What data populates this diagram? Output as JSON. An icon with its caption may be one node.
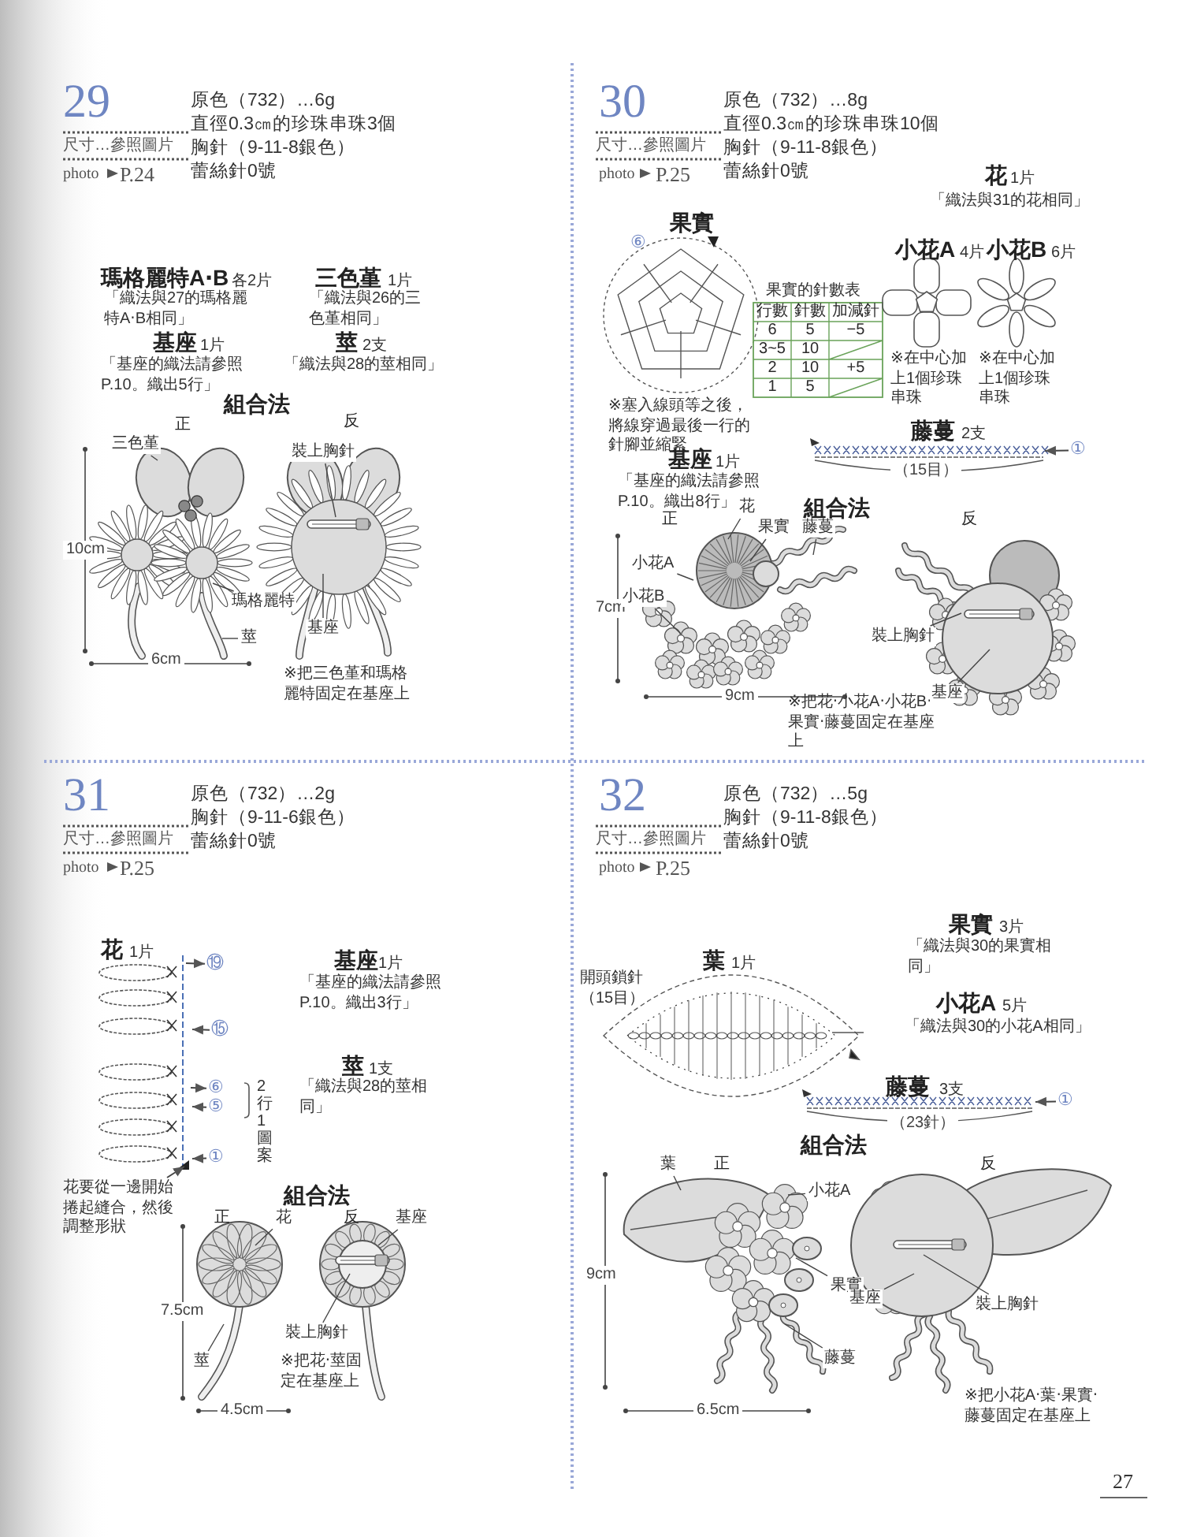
{
  "diagram": {
    "nodes": [
      {
        "text": [
          "三色堇"
        ]
      },
      {
        "text": [
          "瑪格麗特"
        ]
      },
      {
        "text": [
          "莖"
        ]
      },
      {
        "text": [
          "裝上胸針"
        ]
      },
      {
        "text": [
          "基座"
        ]
      },
      {
        "text": [
          "花"
        ]
      },
      {
        "text": [
          "果實"
        ]
      },
      {
        "text": [
          "藤蔓"
        ]
      },
      {
        "text": [
          "小花A"
        ]
      },
      {
        "text": [
          "小花B"
        ]
      },
      {
        "text": [
          "裝上胸針"
        ]
      },
      {
        "text": [
          "基座"
        ]
      },
      {
        "text": [
          "①"
        ]
      },
      {
        "text": [
          "⑲"
        ]
      },
      {
        "text": [
          "⑮"
        ]
      },
      {
        "text": [
          "⑥"
        ]
      },
      {
        "text": [
          "⑤"
        ]
      },
      {
        "text": [
          "①"
        ]
      },
      {
        "text": [
          "花要從一邊開始捲起縫合，然後調整形狀"
        ]
      },
      {
        "text": [
          "花"
        ]
      },
      {
        "text": [
          "基座"
        ]
      },
      {
        "text": [
          "裝上胸針"
        ]
      },
      {
        "text": [
          "莖"
        ]
      },
      {
        "text": [
          "葉"
        ]
      },
      {
        "text": [
          "小花A"
        ]
      },
      {
        "text": [
          "果實"
        ]
      },
      {
        "text": [
          "藤蔓"
        ]
      },
      {
        "text": [
          "基座"
        ]
      },
      {
        "text": [
          "裝上胸針"
        ]
      },
      {
        "text": [
          "①"
        ]
      },
      {
        "text": [],
        "shape": "picture"
      },
      {
        "text": [],
        "shape": "picture"
      },
      {
        "text": [],
        "shape": "picture"
      }
    ],
    "edges": [
      {
        "from": 0,
        "to": null,
        "arrow": "none"
      },
      {
        "from": 1,
        "to": null,
        "arrow": "none"
      },
      {
        "from": 2,
        "to": null,
        "arrow": "none"
      },
      {
        "from": 3,
        "to": null,
        "arrow": "none"
      },
      {
        "from": 4,
        "to": null,
        "arrow": "none"
      },
      {
        "from": 5,
        "to": null,
        "arrow": "none"
      },
      {
        "from": 6,
        "to": null,
        "arrow": "none"
      },
      {
        "from": 7,
        "to": null,
        "arrow": "none"
      },
      {
        "from": 8,
        "to": null,
        "arrow": "none"
      },
      {
        "from": 9,
        "to": null,
        "arrow": "none"
      },
      {
        "from": 10,
        "to": null,
        "arrow": "none"
      },
      {
        "from": 11,
        "to": null,
        "arrow": "none"
      },
      {
        "from": 12,
        "to": 30,
        "arrow": "to"
      },
      {
        "from": 31,
        "to": 13,
        "arrow": "to"
      },
      {
        "from": 14,
        "to": 31,
        "arrow": "to"
      },
      {
        "from": 31,
        "to": 15,
        "arrow": "to"
      },
      {
        "from": 16,
        "to": 31,
        "arrow": "to"
      },
      {
        "from": 17,
        "to": 31,
        "arrow": "to"
      },
      {
        "from": 18,
        "to": 31,
        "arrow": "to"
      },
      {
        "from": 19,
        "to": null,
        "arrow": "none"
      },
      {
        "from": 20,
        "to": null,
        "arrow": "none"
      },
      {
        "from": 21,
        "to": null,
        "arrow": "none"
      },
      {
        "from": 22,
        "to": null,
        "arrow": "none"
      },
      {
        "from": 23,
        "to": null,
        "arrow": "none"
      },
      {
        "from": 24,
        "to": null,
        "arrow": "none"
      },
      {
        "from": 25,
        "to": null,
        "arrow": "none"
      },
      {
        "from": 26,
        "to": null,
        "arrow": "none"
      },
      {
        "from": 27,
        "to": null,
        "arrow": "none"
      },
      {
        "from": 28,
        "to": null,
        "arrow": "none"
      },
      {
        "from": 29,
        "to": 32,
        "arrow": "to"
      }
    ],
    "labels": [
      "29",
      "尺寸…參照圖片",
      "photo",
      "P.24",
      "原色（732）…6g",
      "直徑0.3㎝的珍珠串珠3個",
      "胸針（9-11-8銀色）",
      "蕾絲針0號",
      "瑪格麗特A‧B",
      "各2片",
      "「織法與27的瑪格麗特A‧B相同」",
      "三色堇",
      "1片",
      "「織法與26的三色堇相同」",
      "基座",
      "1片",
      "「基座的織法請參照P.10。織出5行」",
      "莖",
      "2支",
      "「織法與28的莖相同」",
      "組合法",
      "正",
      "反",
      "10cm",
      "6cm",
      "※把三色堇和瑪格麗特固定在基座上",
      "30",
      "尺寸…參照圖片",
      "photo",
      "P.25",
      "原色（732）…8g",
      "直徑0.3㎝的珍珠串珠10個",
      "胸針（9-11-8銀色）",
      "蕾絲針0號",
      "花",
      "1片",
      "「織法與31的花相同」",
      "果實",
      "⑥",
      "果實的針數表",
      "行數",
      "針數",
      "加減針",
      "6",
      "5",
      "−5",
      "3~5",
      "10",
      "2",
      "10",
      "+5",
      "1",
      "5",
      "小花A",
      "4片",
      "小花B",
      "6片",
      "※在中心加上1個珍珠串珠",
      "※在中心加上1個珍珠串珠",
      "※塞入線頭等之後，將線穿過最後一行的針腳並縮緊",
      "藤蔓",
      "2支",
      "（15目）",
      "基座",
      "1片",
      "「基座的織法請參照P.10。織出8行」",
      "組合法",
      "正",
      "反",
      "7cm",
      "9cm",
      "※把花‧小花A‧小花B‧果實‧藤蔓固定在基座上",
      "31",
      "尺寸…參照圖片",
      "photo",
      "P.25",
      "原色（732）…2g",
      "胸針（9-11-6銀色）",
      "蕾絲針0號",
      "花",
      "1片",
      "2行1圖案",
      "基座",
      "1片",
      "「基座的織法請參照P.10。織出3行」",
      "莖",
      "1支",
      "「織法與28的莖相同」",
      "組合法",
      "正",
      "反",
      "7.5cm",
      "4.5cm",
      "※把花‧莖固定在基座上",
      "32",
      "尺寸…參照圖片",
      "photo",
      "P.25",
      "原色（732）…5g",
      "胸針（9-11-8銀色）",
      "蕾絲針0號",
      "果實",
      "3片",
      "「織法與30的果實相同」",
      "葉",
      "1片",
      "開頭鎖針（15目）",
      "小花A",
      "5片",
      "「織法與30的小花A相同」",
      "藤蔓",
      "3支",
      "（23針）",
      "組合法",
      "正",
      "反",
      "9cm",
      "6.5cm",
      "※把小花A‧葉‧果實‧藤蔓固定在基座上",
      "27"
    ]
  }
}
